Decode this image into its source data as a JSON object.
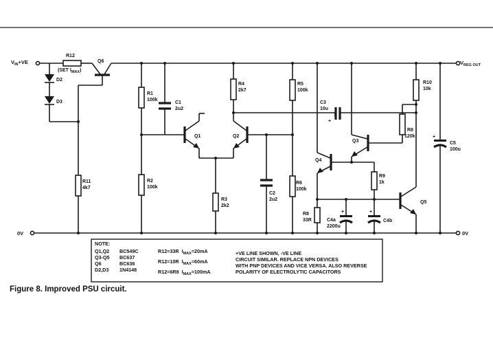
{
  "terminals": {
    "vin": "V",
    "vin_sub": "IN",
    "vin_suffix": "+VE",
    "vreg": "V",
    "vreg_sub": "REG OUT",
    "zero_left": "0V",
    "zero_right": "0V"
  },
  "components": {
    "r12": {
      "name": "R12",
      "value": "(SET I",
      "value_sub": "MAX",
      "value_tail": ")"
    },
    "d2": "D2",
    "d3": "D3",
    "q6": "Q6",
    "r11": {
      "name": "R11",
      "value": "4k7"
    },
    "r1": {
      "name": "R1",
      "value": "100k"
    },
    "c1": {
      "name": "C1",
      "value": "2u2"
    },
    "r2": {
      "name": "R2",
      "value": "100k"
    },
    "q1": "Q1",
    "q2": "Q2",
    "r4": {
      "name": "R4",
      "value": "2k7"
    },
    "r3": {
      "name": "R3",
      "value": "2k2"
    },
    "c2": {
      "name": "C2",
      "value": "2u2"
    },
    "r5": {
      "name": "R5",
      "value": "100k"
    },
    "r6": {
      "name": "R6",
      "value": "100k"
    },
    "c3": {
      "name": "C3",
      "value": "10u"
    },
    "q3": "Q3",
    "q4": "Q4",
    "r8": {
      "name": "R8",
      "value": "120k"
    },
    "r9": {
      "name": "R9",
      "value": "1k"
    },
    "r10": {
      "name": "R10",
      "value": "10k"
    },
    "c5": {
      "name": "C5",
      "value": "100u"
    },
    "q5": "Q5",
    "r8b": {
      "name": "R8",
      "value": "33R"
    },
    "c4a": {
      "name": "C4a",
      "value": "2200u"
    },
    "c4b": {
      "name": "C4b"
    }
  },
  "notes": {
    "title": "NOTE:",
    "parts": [
      {
        "ref": "Q1,Q2",
        "type": "BC549C"
      },
      {
        "ref": "Q3-Q5",
        "type": "BC637"
      },
      {
        "ref": "Q6",
        "type": "BC636"
      },
      {
        "ref": "D2,D3",
        "type": "1N4148"
      }
    ],
    "imax": [
      {
        "r": "R12=33R",
        "i": "I",
        "sub": "MAX",
        "val": "=20mA"
      },
      {
        "r": "R12=10R",
        "i": "I",
        "sub": "MAX",
        "val": "=60mA"
      },
      {
        "r": "R12=6R8",
        "i": "I",
        "sub": "MAX",
        "val": "=100mA"
      }
    ],
    "text": [
      "+VE LINE SHOWN, -VE LINE",
      "CIRCUIT SIMILAR. REPLACE NPN DEVICES",
      "WITH PNP DEVICES AND VICE VERSA. ALSO REVERSE",
      "POLARITY OF ELECTROLYTIC CAPACITORS"
    ]
  },
  "caption": "Figure 8. Improved PSU circuit."
}
